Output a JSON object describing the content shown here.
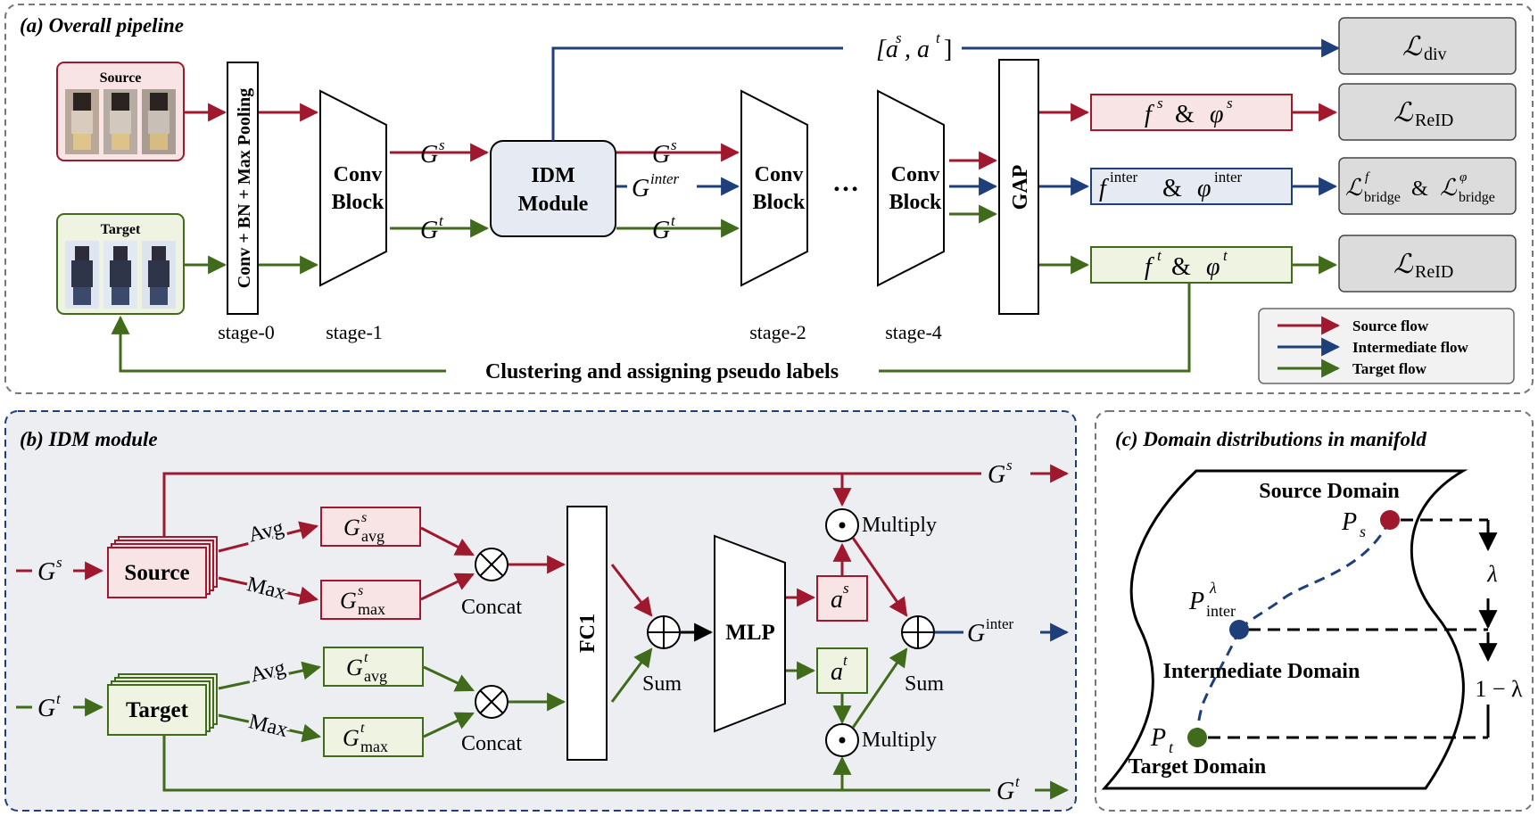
{
  "colors": {
    "source": "#a0182e",
    "inter": "#1f3f7a",
    "target": "#3f6b1a",
    "source_fill": "#f8e3e5",
    "inter_fill": "#e6ebf3",
    "target_fill": "#eef3e2",
    "loss_fill": "#dcdcdc",
    "panel_b_bg": "#eceef2"
  },
  "panel_a": {
    "title": "(a) Overall pipeline",
    "source_label": "Source",
    "target_label": "Target",
    "stage0_block": "Conv + BN + Max Pooling",
    "conv_block_line1": "Conv",
    "conv_block_line2": "Block",
    "idm_line1": "IDM",
    "idm_line2": "Module",
    "ellipsis": "…",
    "gap": "GAP",
    "stages": [
      "stage-0",
      "stage-1",
      "stage-2",
      "stage-4"
    ],
    "g_s": "G",
    "g_s_sup": "s",
    "g_t": "G",
    "g_t_sup": "t",
    "g_inter": "G",
    "g_inter_sup": "inter",
    "attn_label_pre": "[a",
    "attn_s": "s",
    "attn_mid": ", a",
    "attn_t": "t",
    "attn_post": "]",
    "feat_source": {
      "f": "f",
      "f_sup": "s",
      "amp": " & ",
      "phi": "φ",
      "phi_sup": "s"
    },
    "feat_inter": {
      "f": "f",
      "f_sup": "inter",
      "amp": " & ",
      "phi": "φ",
      "phi_sup": "inter"
    },
    "feat_target": {
      "f": "f",
      "f_sup": "t",
      "amp": " & ",
      "phi": "φ",
      "phi_sup": "t"
    },
    "loss_div": {
      "L": "ℒ",
      "sub": "div"
    },
    "loss_reid_s": {
      "L": "ℒ",
      "sub": "ReID"
    },
    "loss_bridge": {
      "L": "ℒ",
      "sup1": "f",
      "sub1": "bridge",
      "amp": " & ",
      "L2": "ℒ",
      "sup2": "φ",
      "sub2": "bridge"
    },
    "loss_reid_t": {
      "L": "ℒ",
      "sub": "ReID"
    },
    "clustering": "Clustering and assigning pseudo labels",
    "legend": [
      "Source flow",
      "Intermediate flow",
      "Target flow"
    ]
  },
  "panel_b": {
    "title": "(b) IDM module",
    "source": "Source",
    "target": "Target",
    "avg": "Avg",
    "max": "Max",
    "g": "G",
    "s": "s",
    "t": "t",
    "avg_sub": "avg",
    "max_sub": "max",
    "concat": "Concat",
    "fc1": "FC1",
    "sum": "Sum",
    "mlp": "MLP",
    "a": "a",
    "multiply": "Multiply",
    "inter": "inter"
  },
  "panel_c": {
    "title": "(c) Domain distributions in manifold",
    "source_domain": "Source Domain",
    "inter_domain": "Intermediate Domain",
    "target_domain": "Target Domain",
    "p": "P",
    "ps_sub": "s",
    "pt_sub": "t",
    "pi_sub": "inter",
    "pi_sup": "λ",
    "lambda": "λ",
    "one_minus_lambda": "1 − λ"
  }
}
